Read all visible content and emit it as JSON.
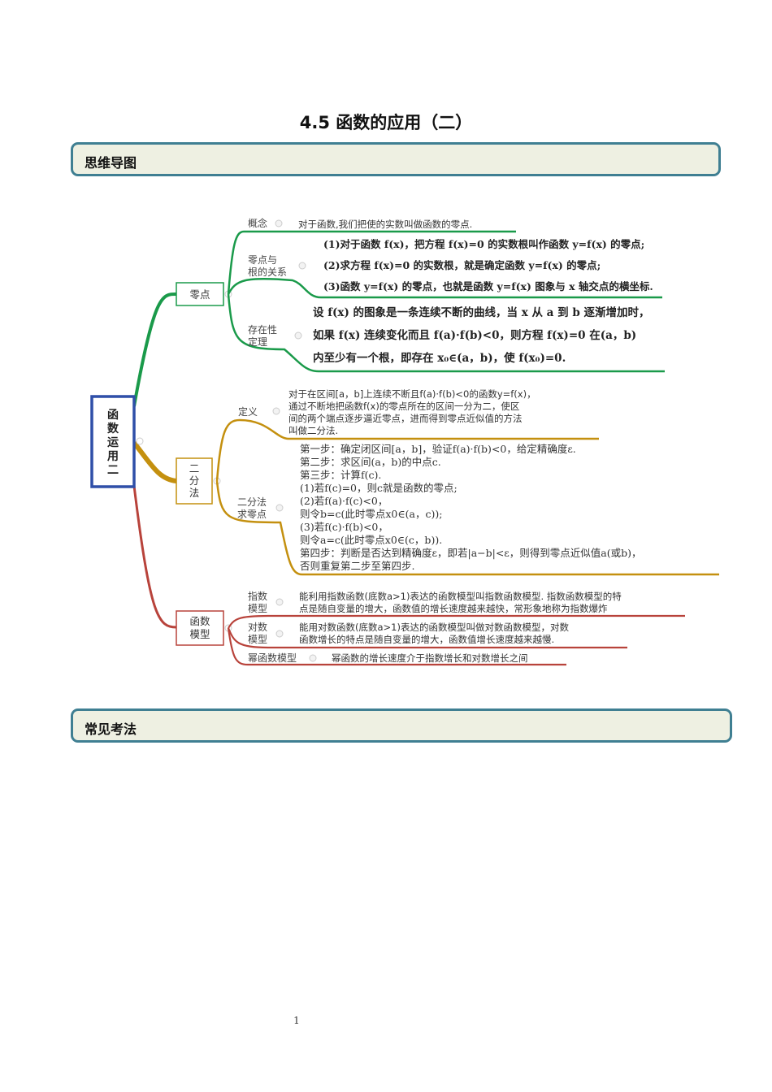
{
  "title": "4.5  函数的应用（二）",
  "sections": {
    "mindmap_header": "思维导图",
    "methods_header": "常见考法"
  },
  "mindmap": {
    "root": [
      "函",
      "数",
      "运",
      "用",
      "二"
    ],
    "branches": {
      "zero": {
        "label": "零点",
        "concept_label": "概念",
        "concept_text": "对于函数,我们把使的实数叫做函数的零点.",
        "relation_label": [
          "零点与",
          "根的关系"
        ],
        "relation_lines": [
          "(1)对于函数 f(x)，把方程 f(x)=0 的实数根叫作函数 y=f(x) 的零点;",
          "(2)求方程 f(x)=0 的实数根，就是确定函数 y=f(x) 的零点;",
          "(3)函数 y=f(x) 的零点，也就是函数 y=f(x) 图象与 x 轴交点的横坐标."
        ],
        "existence_label": [
          "存在性",
          "定理"
        ],
        "existence_lines": [
          "设 f(x) 的图象是一条连续不断的曲线，当 x 从 a 到 b 逐渐增加时，",
          "如果 f(x) 连续变化而且 f(a)·f(b)<0，则方程 f(x)=0 在(a，b)",
          "内至少有一个根，即存在 x₀∈(a，b)，使 f(x₀)=0."
        ]
      },
      "bisection": {
        "label": [
          "二",
          "分",
          "法"
        ],
        "def_label": "定义",
        "def_lines": [
          "对于在区间[a，b]上连续不断且f(a)·f(b)<0的函数y=f(x)，",
          "通过不断地把函数f(x)的零点所在的区间一分为二，使区",
          "间的两个端点逐步逼近零点，进而得到零点近似值的方法",
          "叫做二分法."
        ],
        "steps_label": [
          "二分法",
          "求零点"
        ],
        "steps_lines": [
          "第一步：确定闭区间[a，b]，验证f(a)·f(b)<0，给定精确度ε.",
          "第二步：求区间(a，b)的中点c.",
          "第三步：计算f(c).",
          "(1)若f(c)=0，则c就是函数的零点;",
          "(2)若f(a)·f(c)<0，",
          "则令b=c(此时零点x0∈(a，c));",
          "(3)若f(c)·f(b)<0，",
          "则令a=c(此时零点x0∈(c，b)).",
          "第四步：判断是否达到精确度ε，即若|a−b|<ε，则得到零点近似值a(或b)，",
          "否则重复第二步至第四步."
        ]
      },
      "models": {
        "label": [
          "函数",
          "模型"
        ],
        "exp_label": [
          "指数",
          "模型"
        ],
        "exp_lines": [
          "能利用指数函数(底数a>1)表达的函数模型叫指数函数模型. 指数函数模型的特",
          "点是随自变量的增大，函数值的增长速度越来越快，常形象地称为指数爆炸"
        ],
        "log_label": [
          "对数",
          "模型"
        ],
        "log_lines": [
          "能用对数函数(底数a>1)表达的函数模型叫做对数函数模型，对数",
          "函数增长的特点是随自变量的增大，函数值增长速度越来越慢."
        ],
        "power_label": "幂函数模型",
        "power_text": "幂函数的增长速度介于指数增长和对数增长之间"
      }
    }
  },
  "colors": {
    "header_border": "#3f7f92",
    "header_fill": "#eef0e2",
    "root_border": "#2f4fa8",
    "green": "#1a9a4a",
    "gold": "#c4900f",
    "red": "#b8433b"
  },
  "page_number": "1"
}
